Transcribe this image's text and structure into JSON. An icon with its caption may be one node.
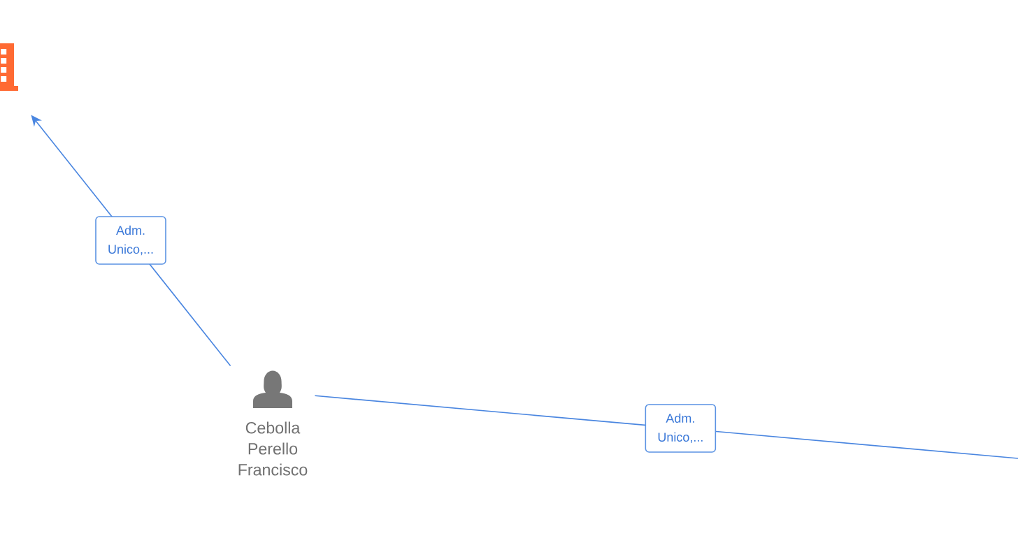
{
  "diagram": {
    "nodes": [
      {
        "text": [],
        "shape": "building"
      },
      {
        "text": [
          "Cebolla Perello Francisco"
        ]
      }
    ],
    "edges": [
      {
        "from": 1,
        "to": 0,
        "arrow": "to",
        "label": "Adm. Unico,..."
      },
      {
        "from": 1,
        "to": null,
        "arrow": "none",
        "label": "Adm. Unico,..."
      }
    ]
  }
}
